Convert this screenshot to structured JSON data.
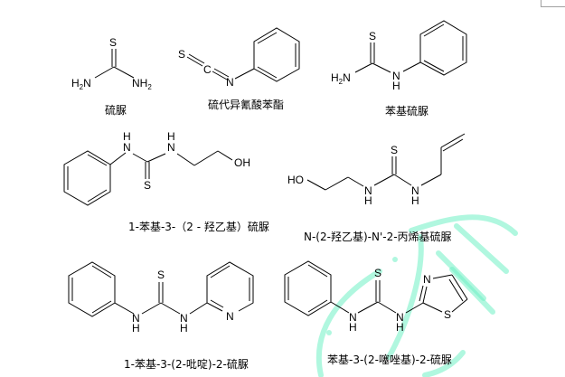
{
  "figure": {
    "compounds": [
      {
        "id": "thiourea",
        "name": "硫脲",
        "atoms": {
          "s": "S",
          "left": "H2N",
          "right": "NH2"
        }
      },
      {
        "id": "phenyl-isothiocyanate",
        "name": "硫代异氰酸苯酯",
        "atoms": {
          "s": "S",
          "c": "C",
          "n": "N"
        }
      },
      {
        "id": "phenylthiourea",
        "name": "苯基硫脲",
        "atoms": {
          "s": "S",
          "left": "H2N",
          "n": "N",
          "h": "H"
        }
      },
      {
        "id": "phenyl-hydroxyethyl-thiourea",
        "name": "1-苯基-3-（2 - 羟乙基）硫脲",
        "atoms": {
          "n1": "N",
          "h1": "H",
          "n2": "N",
          "h2": "H",
          "s": "S",
          "oh": "OH"
        }
      },
      {
        "id": "hydroxyethyl-allyl-thiourea",
        "name": "N-(2-羟乙基)-N'-2-丙烯基硫脲",
        "atoms": {
          "ho": "HO",
          "n1": "N",
          "h1": "H",
          "s": "S",
          "n2": "N",
          "h2": "H"
        }
      },
      {
        "id": "phenyl-pyridyl-thiourea",
        "name": "1-苯基-3-(2-吡啶)-2-硫脲",
        "atoms": {
          "n1": "N",
          "h1": "H",
          "s": "S",
          "n2": "N",
          "h2": "H",
          "npy": "N"
        }
      },
      {
        "id": "phenyl-thiazolyl-thiourea",
        "name": "苯基-3-(2-噻唑基)-2-硫脲",
        "atoms": {
          "n1": "N",
          "h1": "H",
          "s": "S",
          "n2": "N",
          "h2": "H",
          "nz": "N",
          "sz": "S"
        }
      }
    ]
  },
  "colors": {
    "watermark": "#6ff0c4",
    "ink": "#000000",
    "background": "#ffffff"
  }
}
